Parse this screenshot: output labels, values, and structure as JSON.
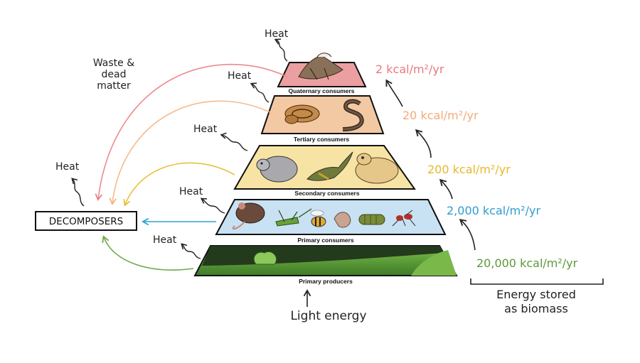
{
  "levels": [
    {
      "label": "Quaternary consumers",
      "energy": "2 kcal/m²/yr",
      "color": "#e8838a"
    },
    {
      "label": "Tertiary consumers",
      "energy": "20 kcal/m²/yr",
      "color": "#f0a97a"
    },
    {
      "label": "Secondary consumers",
      "energy": "200 kcal/m²/yr",
      "color": "#e8c13c"
    },
    {
      "label": "Primary consumers",
      "energy": "2,000 kcal/m²/yr",
      "color": "#2e9ccf"
    },
    {
      "label": "Primary producers",
      "energy": "20,000 kcal/m²/yr",
      "color": "#5a9a3a"
    }
  ],
  "heat_label": "Heat",
  "decomposers_label": "DECOMPOSERS",
  "waste_label_line1": "Waste &",
  "waste_label_line2": "dead",
  "waste_label_line3": "matter",
  "light_label": "Light energy",
  "biomass_line1": "Energy stored",
  "biomass_line2": "as biomass"
}
